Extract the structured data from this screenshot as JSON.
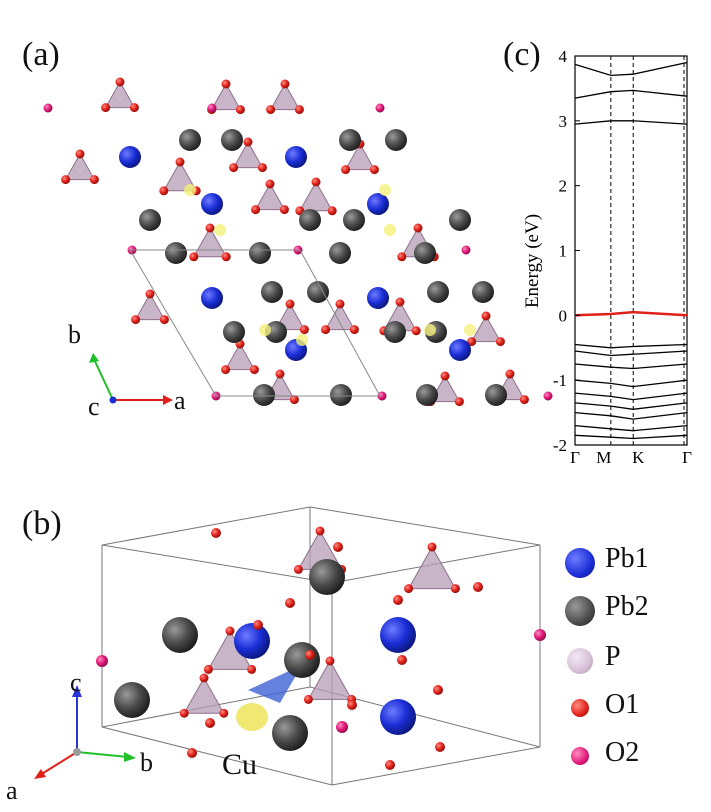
{
  "figure": {
    "panel_a": "(a)",
    "panel_b": "(b)",
    "panel_c": "(c)",
    "axes_a": {
      "a": "a",
      "b": "b",
      "c": "c"
    },
    "axes_b": {
      "a": "a",
      "b": "b",
      "c": "c"
    },
    "cu_label": "Cu"
  },
  "legend": {
    "items": [
      {
        "label": "Pb1",
        "color": "#1a2ed6"
      },
      {
        "label": "Pb2",
        "color": "#4a4a4a"
      },
      {
        "label": "P",
        "color": "#d6bfd6"
      },
      {
        "label": "O1",
        "color": "#e0201a"
      },
      {
        "label": "O2",
        "color": "#e0197a"
      }
    ]
  },
  "chart_data": {
    "type": "line",
    "title": "",
    "ylabel": "Energy (eV)",
    "ylim": [
      -2,
      4
    ],
    "yticks": [
      -2,
      -1,
      0,
      1,
      2,
      3,
      4
    ],
    "kpoint_labels": [
      "Γ",
      "M",
      "K",
      "Γ"
    ],
    "kpoint_x": [
      0,
      0.32,
      0.52,
      1.0
    ],
    "series": [
      {
        "color": "#000000",
        "x": [
          0,
          0.32,
          0.52,
          1.0
        ],
        "values": [
          3.87,
          3.7,
          3.72,
          3.9
        ]
      },
      {
        "color": "#000000",
        "x": [
          0,
          0.32,
          0.52,
          1.0
        ],
        "values": [
          3.35,
          3.45,
          3.47,
          3.38
        ]
      },
      {
        "color": "#000000",
        "x": [
          0,
          0.32,
          0.52,
          1.0
        ],
        "values": [
          2.95,
          3.0,
          3.0,
          2.95
        ]
      },
      {
        "color": "#e0201a",
        "x": [
          0,
          0.32,
          0.52,
          1.0
        ],
        "values": [
          0.0,
          0.02,
          0.05,
          0.0
        ]
      },
      {
        "color": "#000000",
        "x": [
          0,
          0.32,
          0.52,
          1.0
        ],
        "values": [
          -0.45,
          -0.5,
          -0.48,
          -0.45
        ]
      },
      {
        "color": "#000000",
        "x": [
          0,
          0.32,
          0.52,
          1.0
        ],
        "values": [
          -0.55,
          -0.62,
          -0.6,
          -0.55
        ]
      },
      {
        "color": "#000000",
        "x": [
          0,
          0.32,
          0.52,
          1.0
        ],
        "values": [
          -0.75,
          -0.8,
          -0.82,
          -0.75
        ]
      },
      {
        "color": "#000000",
        "x": [
          0,
          0.32,
          0.52,
          1.0
        ],
        "values": [
          -1.0,
          -1.05,
          -1.1,
          -1.0
        ]
      },
      {
        "color": "#000000",
        "x": [
          0,
          0.32,
          0.52,
          1.0
        ],
        "values": [
          -1.2,
          -1.25,
          -1.3,
          -1.2
        ]
      },
      {
        "color": "#000000",
        "x": [
          0,
          0.32,
          0.52,
          1.0
        ],
        "values": [
          -1.35,
          -1.4,
          -1.45,
          -1.35
        ]
      },
      {
        "color": "#000000",
        "x": [
          0,
          0.32,
          0.52,
          1.0
        ],
        "values": [
          -1.5,
          -1.55,
          -1.6,
          -1.5
        ]
      },
      {
        "color": "#000000",
        "x": [
          0,
          0.32,
          0.52,
          1.0
        ],
        "values": [
          -1.7,
          -1.75,
          -1.78,
          -1.7
        ]
      },
      {
        "color": "#000000",
        "x": [
          0,
          0.32,
          0.52,
          1.0
        ],
        "values": [
          -1.85,
          -1.88,
          -1.9,
          -1.85
        ]
      }
    ]
  }
}
